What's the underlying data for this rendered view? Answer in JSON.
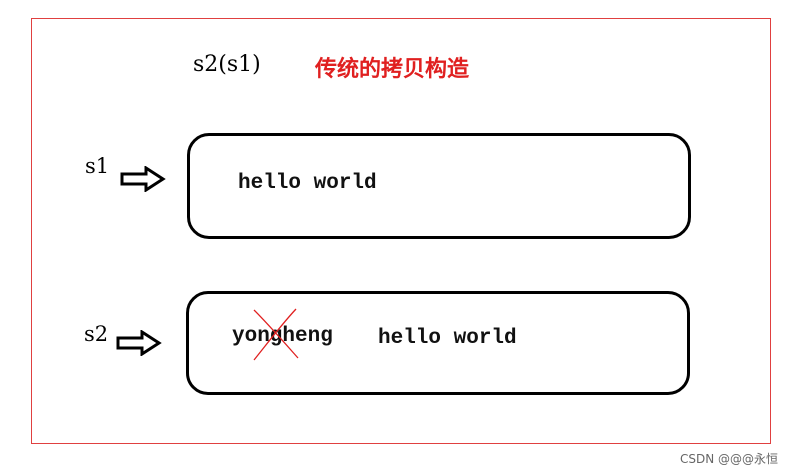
{
  "title": {
    "expression": "s2(s1)",
    "label_cn": "传统的拷贝构造"
  },
  "s1": {
    "label": "s1",
    "content": "hello world"
  },
  "s2": {
    "label": "s2",
    "old_content": "yongheng",
    "content": "hello world"
  },
  "watermark": "CSDN @@@永恒",
  "colors": {
    "frame": "#e04040",
    "title_cn": "#e02020",
    "cross": "#e02020"
  }
}
